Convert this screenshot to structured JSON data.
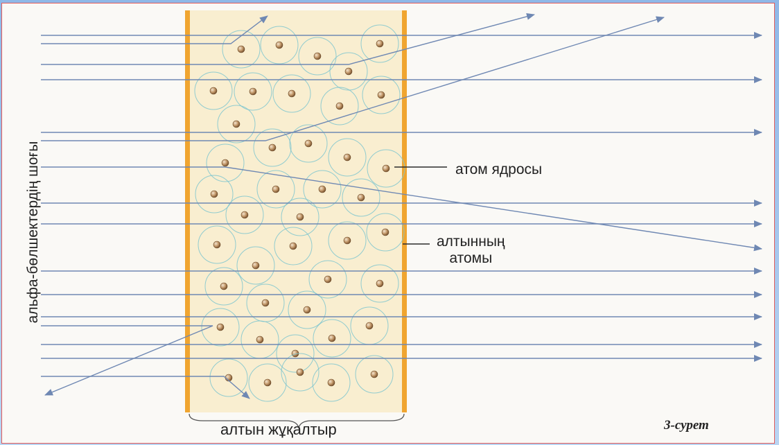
{
  "labels": {
    "nucleus": "атом ядросы",
    "atom_line1": "алтынның",
    "atom_line2": "атомы",
    "foil": "алтын жұқалтыр",
    "beam": "альфа-бөлшектердің шоғы",
    "figure": "3-сурет"
  },
  "colors": {
    "foil": "#f9eed0",
    "foil_edge": "#f0a530",
    "ray": "#6f88b3",
    "atom_ring": "#7fc6cf",
    "nucleus": "#c49a6c",
    "annotation_line": "#2a2a2a"
  }
}
